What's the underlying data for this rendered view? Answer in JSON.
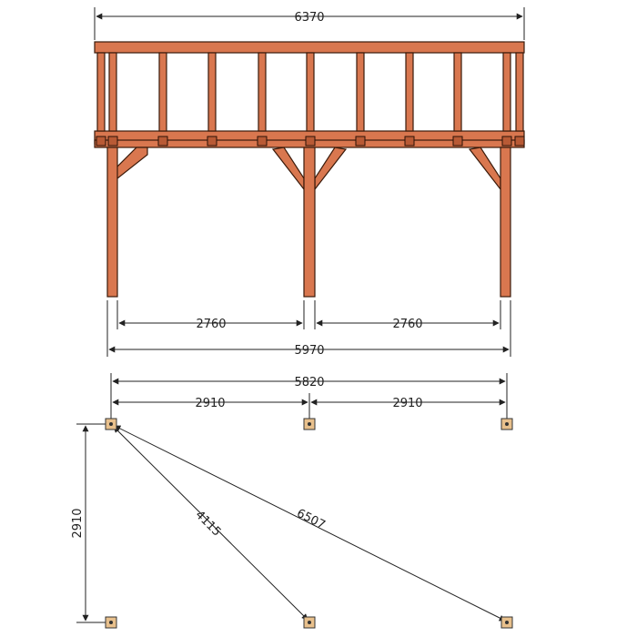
{
  "colors": {
    "wood": "#d9774f",
    "wood_dark": "#b85a35",
    "footing_plate": "#e8c08c",
    "dimension_line": "#222222"
  },
  "elevation": {
    "overall_width_label": "6370",
    "post_spacing_labels": [
      "2760",
      "2760"
    ],
    "post_outer_width_label": "5970"
  },
  "plan": {
    "overall_width_label": "5820",
    "column_spacing_labels": [
      "2910",
      "2910"
    ],
    "depth_label": "2910",
    "diagonal_short_label": "4115",
    "diagonal_long_label": "6507"
  }
}
